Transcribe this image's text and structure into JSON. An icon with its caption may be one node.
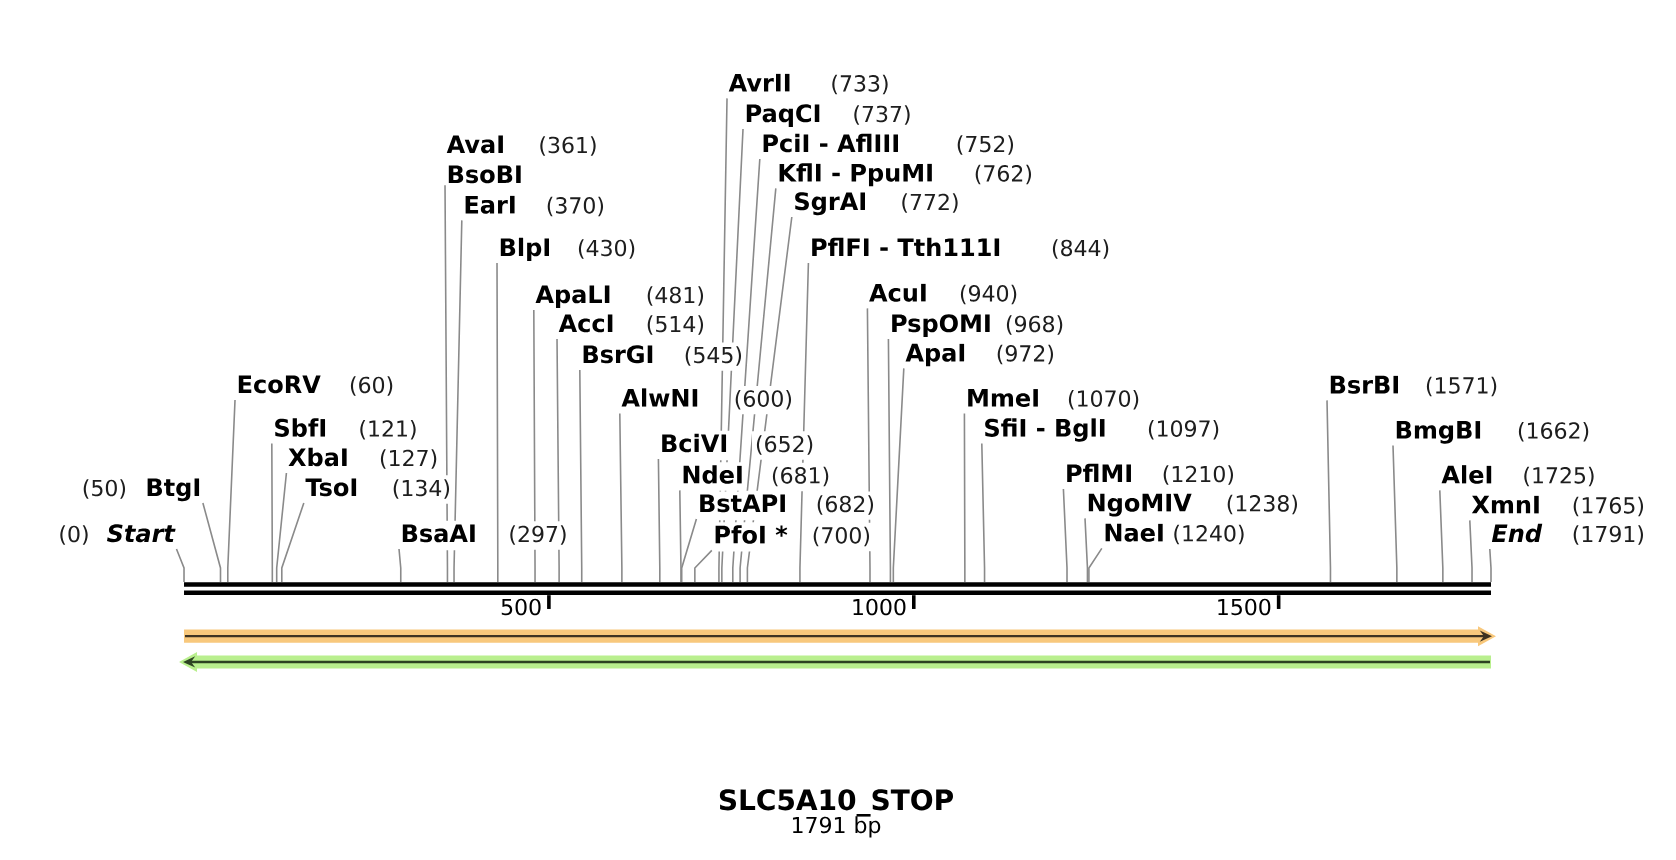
{
  "diagram": {
    "title": "SLC5A10_STOP",
    "caption": "1791 bp",
    "nodes": [
      {
        "text": [
          "Start"
        ],
        "beside": [
          "(0)"
        ]
      },
      {
        "text": [
          "BtgI"
        ],
        "beside": [
          "(50)"
        ]
      },
      {
        "text": [
          "EcoRV"
        ],
        "beside": [
          "(60)"
        ]
      },
      {
        "text": [
          "SbfI"
        ],
        "beside": [
          "(121)"
        ]
      },
      {
        "text": [
          "XbaI"
        ],
        "beside": [
          "(127)"
        ]
      },
      {
        "text": [
          "TsoI"
        ],
        "beside": [
          "(134)"
        ]
      },
      {
        "text": [
          "BsaAI"
        ],
        "beside": [
          "(297)"
        ]
      },
      {
        "text": [
          "AvaI",
          "BsoBI"
        ],
        "beside": [
          "(361)"
        ]
      },
      {
        "text": [
          "EarI"
        ],
        "beside": [
          "(370)"
        ]
      },
      {
        "text": [
          "BlpI"
        ],
        "beside": [
          "(430)"
        ]
      },
      {
        "text": [
          "ApaLI"
        ],
        "beside": [
          "(481)"
        ]
      },
      {
        "text": [
          "AccI"
        ],
        "beside": [
          "(514)"
        ]
      },
      {
        "text": [
          "BsrGI"
        ],
        "beside": [
          "(545)"
        ]
      },
      {
        "text": [
          "AlwNI"
        ],
        "beside": [
          "(600)"
        ]
      },
      {
        "text": [
          "BciVI"
        ],
        "beside": [
          "(652)"
        ]
      },
      {
        "text": [
          "NdeI"
        ],
        "beside": [
          "(681)"
        ]
      },
      {
        "text": [
          "BstAPI"
        ],
        "beside": [
          "(682)"
        ]
      },
      {
        "text": [
          "PfoI *"
        ],
        "beside": [
          "(700)"
        ]
      },
      {
        "text": [
          "AvrII"
        ],
        "beside": [
          "(733)"
        ]
      },
      {
        "text": [
          "PaqCI"
        ],
        "beside": [
          "(737)"
        ]
      },
      {
        "text": [
          "PciI - AflIII"
        ],
        "beside": [
          "(752)"
        ]
      },
      {
        "text": [
          "KflI - PpuMI"
        ],
        "beside": [
          "(762)"
        ]
      },
      {
        "text": [
          "SgrAI"
        ],
        "beside": [
          "(772)"
        ]
      },
      {
        "text": [
          "PflFI - Tth111I"
        ],
        "beside": [
          "(844)"
        ]
      },
      {
        "text": [
          "AcuI"
        ],
        "beside": [
          "(940)"
        ]
      },
      {
        "text": [
          "PspOMI"
        ],
        "beside": [
          "(968)"
        ]
      },
      {
        "text": [
          "ApaI"
        ],
        "beside": [
          "(972)"
        ]
      },
      {
        "text": [
          "MmeI"
        ],
        "beside": [
          "(1070)"
        ]
      },
      {
        "text": [
          "SfiI - BglI"
        ],
        "beside": [
          "(1097)"
        ]
      },
      {
        "text": [
          "PflMI"
        ],
        "beside": [
          "(1210)"
        ]
      },
      {
        "text": [
          "NgoMIV"
        ],
        "beside": [
          "(1238)"
        ]
      },
      {
        "text": [
          "NaeI"
        ],
        "beside": [
          "(1240)"
        ]
      },
      {
        "text": [
          "BsrBI"
        ],
        "beside": [
          "(1571)"
        ]
      },
      {
        "text": [
          "BmgBI"
        ],
        "beside": [
          "(1662)"
        ]
      },
      {
        "text": [
          "AleI"
        ],
        "beside": [
          "(1725)"
        ]
      },
      {
        "text": [
          "XmnI"
        ],
        "beside": [
          "(1765)"
        ]
      },
      {
        "text": [
          "End"
        ],
        "beside": [
          "(1791)"
        ]
      },
      {
        "text": [],
        "shape": "bar"
      }
    ],
    "edges": [
      {
        "from": 0,
        "to": 37,
        "arrow": "none"
      },
      {
        "from": 1,
        "to": 37,
        "arrow": "none"
      },
      {
        "from": 2,
        "to": 37,
        "arrow": "none"
      },
      {
        "from": 3,
        "to": 37,
        "arrow": "none"
      },
      {
        "from": 4,
        "to": 37,
        "arrow": "none"
      },
      {
        "from": 5,
        "to": 37,
        "arrow": "none"
      },
      {
        "from": 6,
        "to": 37,
        "arrow": "none"
      },
      {
        "from": 7,
        "to": 37,
        "arrow": "none"
      },
      {
        "from": 8,
        "to": 37,
        "arrow": "none"
      },
      {
        "from": 9,
        "to": 37,
        "arrow": "none"
      },
      {
        "from": 10,
        "to": 37,
        "arrow": "none"
      },
      {
        "from": 11,
        "to": 37,
        "arrow": "none"
      },
      {
        "from": 12,
        "to": 37,
        "arrow": "none"
      },
      {
        "from": 13,
        "to": 37,
        "arrow": "none"
      },
      {
        "from": 14,
        "to": 37,
        "arrow": "none"
      },
      {
        "from": 15,
        "to": 37,
        "arrow": "none"
      },
      {
        "from": 16,
        "to": 37,
        "arrow": "none"
      },
      {
        "from": 17,
        "to": 37,
        "arrow": "none"
      },
      {
        "from": 18,
        "to": 37,
        "arrow": "none"
      },
      {
        "from": 19,
        "to": 37,
        "arrow": "none"
      },
      {
        "from": 20,
        "to": 37,
        "arrow": "none"
      },
      {
        "from": 21,
        "to": 37,
        "arrow": "none"
      },
      {
        "from": 22,
        "to": 37,
        "arrow": "none"
      },
      {
        "from": 23,
        "to": 37,
        "arrow": "none"
      },
      {
        "from": 24,
        "to": 37,
        "arrow": "none"
      },
      {
        "from": 25,
        "to": 37,
        "arrow": "none"
      },
      {
        "from": 26,
        "to": 37,
        "arrow": "none"
      },
      {
        "from": 27,
        "to": 37,
        "arrow": "none"
      },
      {
        "from": 28,
        "to": 37,
        "arrow": "none"
      },
      {
        "from": 29,
        "to": 37,
        "arrow": "none"
      },
      {
        "from": 30,
        "to": 37,
        "arrow": "none"
      },
      {
        "from": 31,
        "to": 37,
        "arrow": "none"
      },
      {
        "from": 32,
        "to": 37,
        "arrow": "none"
      },
      {
        "from": 33,
        "to": 37,
        "arrow": "none"
      },
      {
        "from": 34,
        "to": 37,
        "arrow": "none"
      },
      {
        "from": 35,
        "to": 37,
        "arrow": "none"
      },
      {
        "from": 36,
        "to": 37,
        "arrow": "none"
      }
    ],
    "labels": [
      "500",
      "1000",
      "1500"
    ]
  }
}
